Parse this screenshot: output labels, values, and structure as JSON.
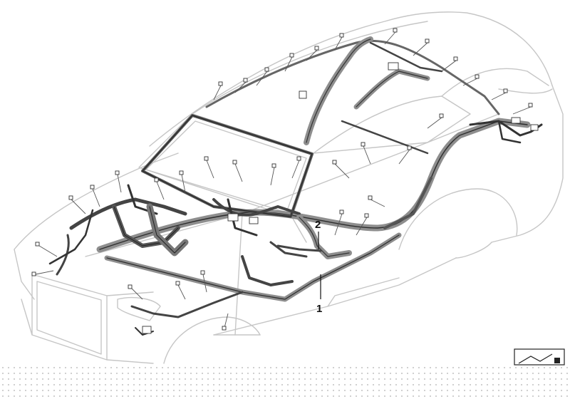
{
  "diagram": {
    "callouts": [
      {
        "id": "1",
        "label": "1"
      },
      {
        "id": "2",
        "label": "2"
      }
    ],
    "colors": {
      "body_outline": "#c8c8c8",
      "harness": "#3a3a3a",
      "harness_sheath": "#8e8e8e",
      "callout": "#111111"
    },
    "icon": "part-symbol-icon"
  }
}
